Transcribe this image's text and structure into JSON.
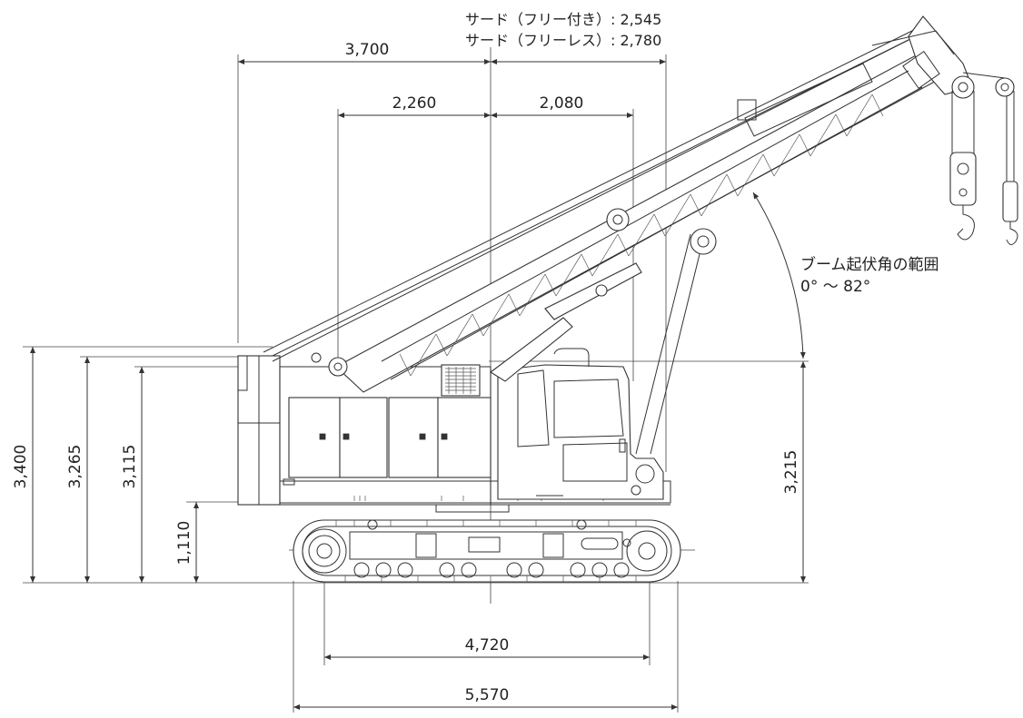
{
  "dimensions": {
    "tail_free": "サード（フリー付き）: 2,545",
    "tail_freeless": "サード（フリーレス）: 2,780",
    "d_3700": "3,700",
    "d_2260": "2,260",
    "d_2080": "2,080",
    "d_4720": "4,720",
    "d_5570": "5,570",
    "h_3400": "3,400",
    "h_3265": "3,265",
    "h_3115": "3,115",
    "h_1110": "1,110",
    "h_3215": "3,215"
  },
  "boom_angle": {
    "label": "ブーム起伏角の範囲",
    "range": "0° 〜 82°"
  },
  "colors": {
    "line": "#333333",
    "background": "#ffffff"
  }
}
